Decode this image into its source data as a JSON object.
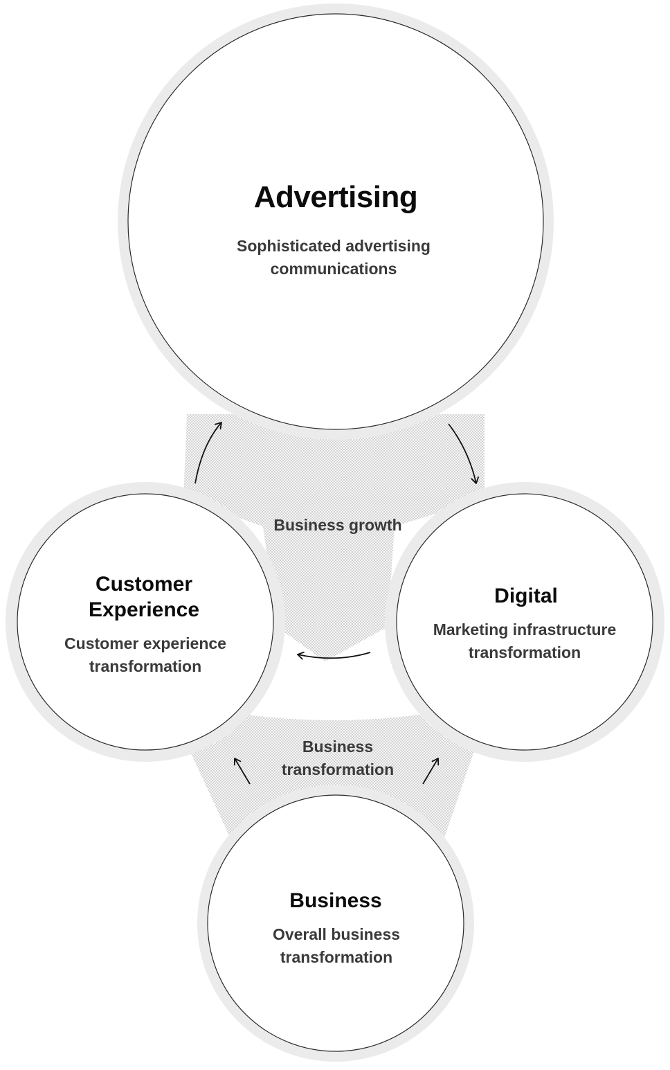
{
  "nodes": {
    "advertising": {
      "title": "Advertising",
      "description_line1": "Sophisticated advertising",
      "description_line2": "communications"
    },
    "customer_experience": {
      "title_line1": "Customer",
      "title_line2": "Experience",
      "description_line1": "Customer experience",
      "description_line2": "transformation"
    },
    "digital": {
      "title": "Digital",
      "description_line1": "Marketing infrastructure",
      "description_line2": "transformation"
    },
    "business": {
      "title": "Business",
      "description_line1": "Overall business",
      "description_line2": "transformation"
    }
  },
  "flows": {
    "growth": "Business growth",
    "transformation_line1": "Business",
    "transformation_line2": "transformation"
  },
  "colors": {
    "ring": "#ebebeb",
    "circle_fill": "#ffffff",
    "circle_stroke": "#2a2a2a",
    "dots": "#bdbdbd",
    "arrow": "#111111"
  }
}
